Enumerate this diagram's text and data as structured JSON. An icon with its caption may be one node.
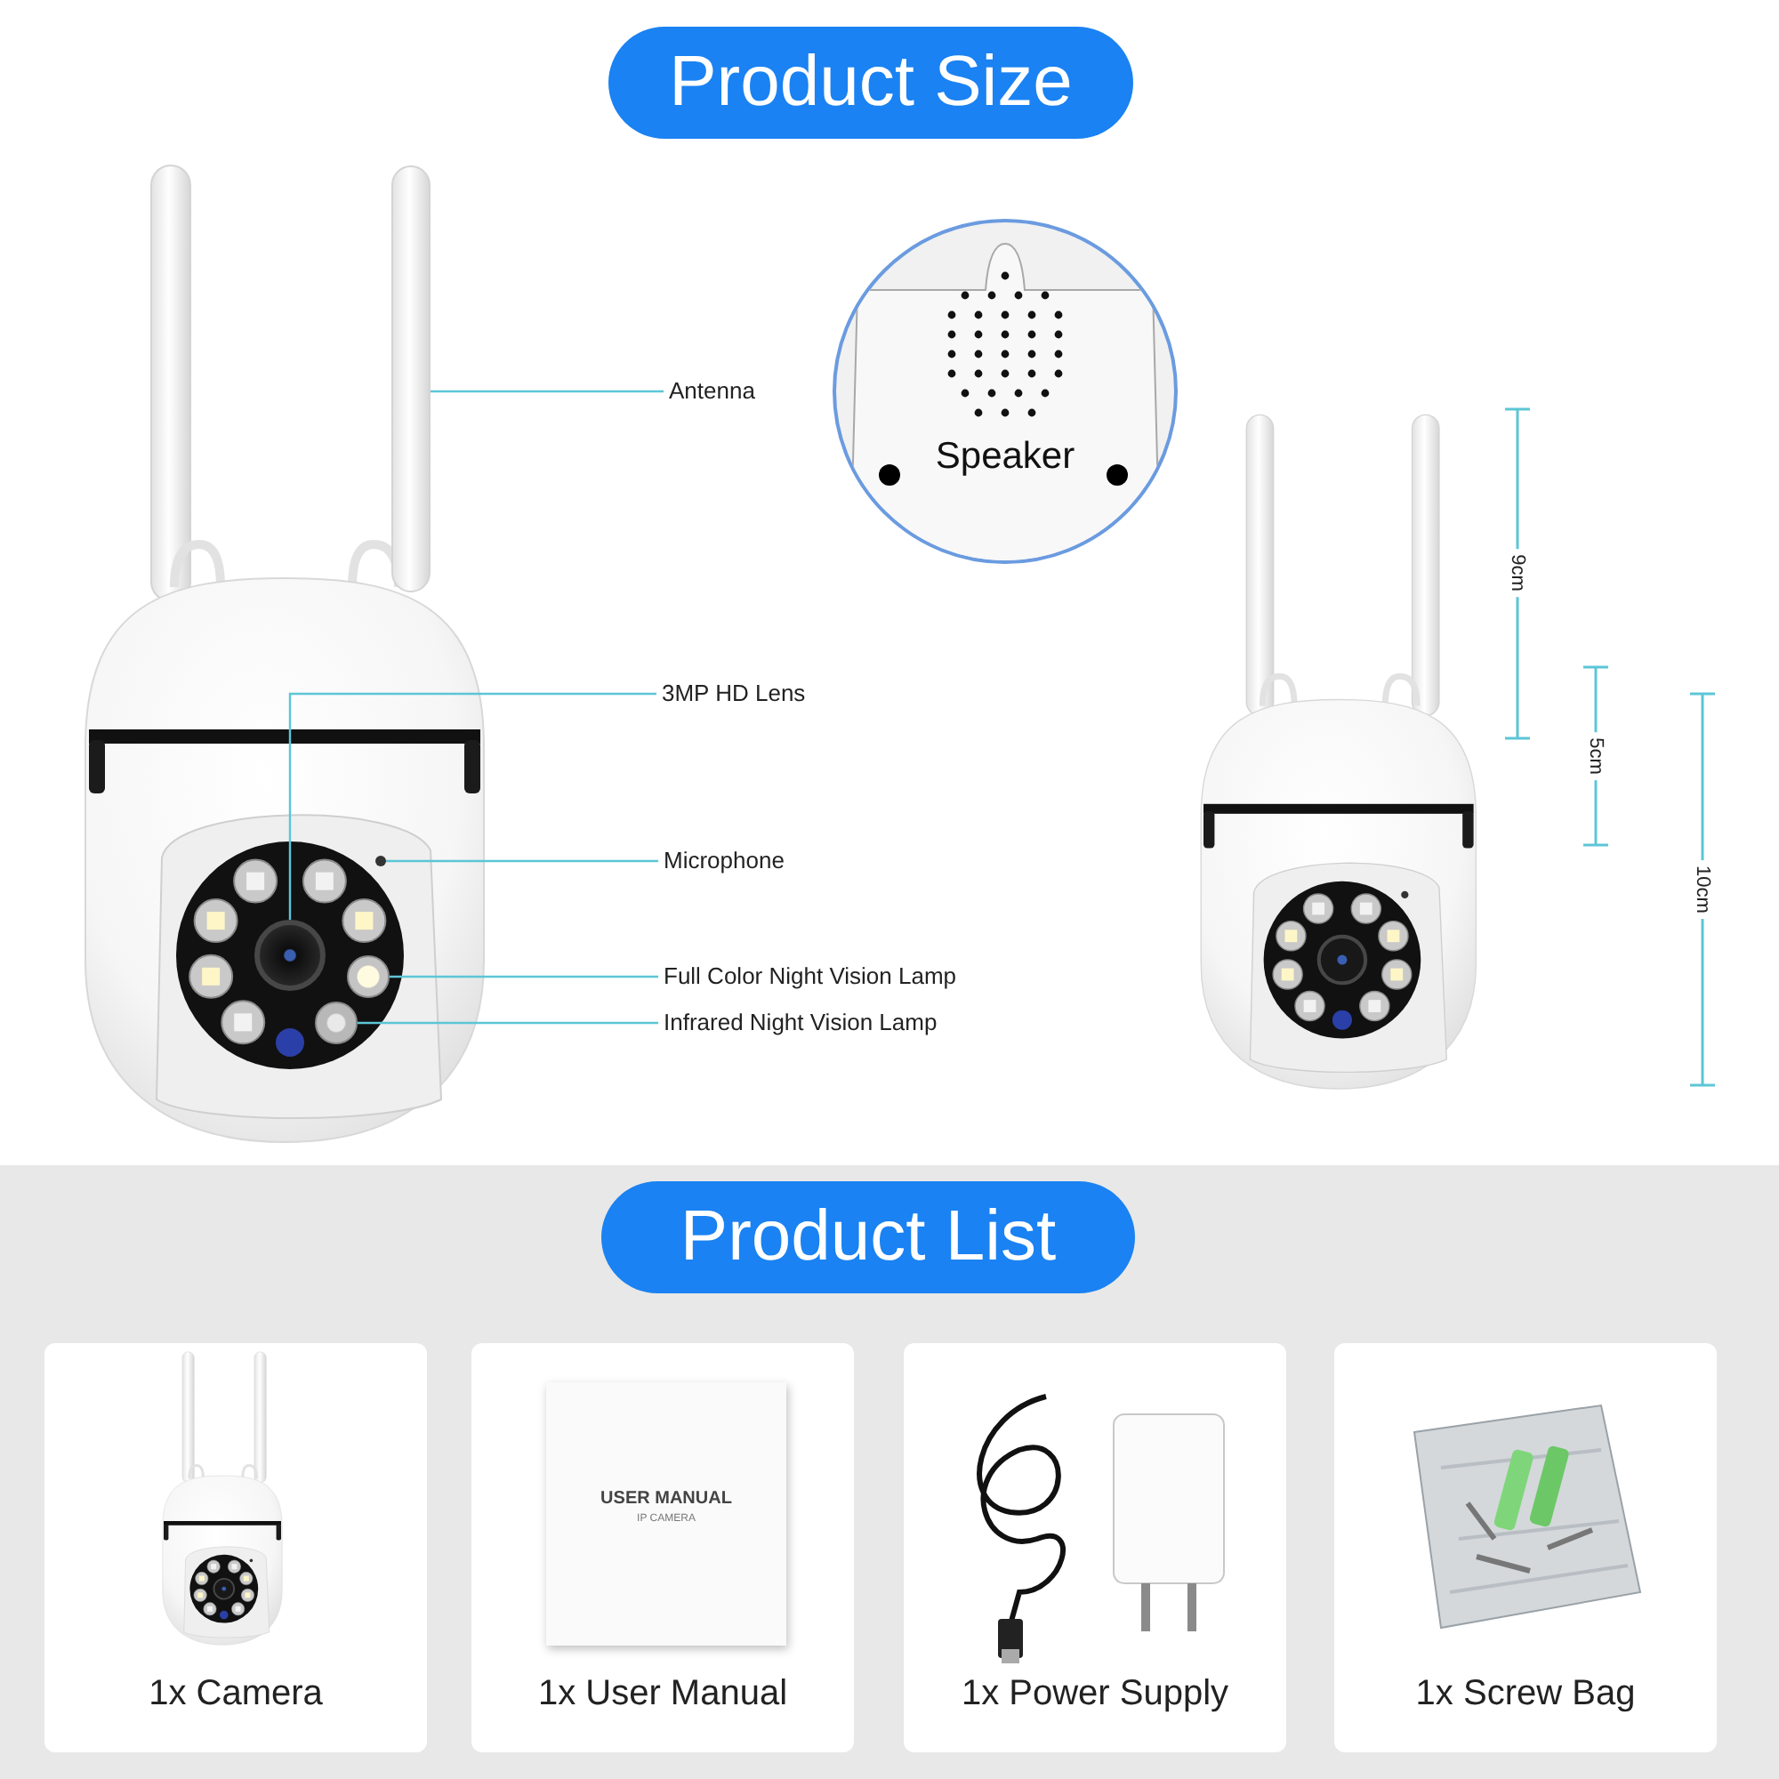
{
  "diagram": {
    "nodes": [
      {
        "text": [
          "Product Size"
        ]
      },
      {
        "text": [],
        "shape": "bar"
      },
      {
        "text": [
          "Antenna"
        ]
      },
      {
        "text": [],
        "shape": "circle"
      },
      {
        "text": [
          "3MP HD Lens"
        ]
      },
      {
        "text": [],
        "shape": "circle"
      },
      {
        "text": [
          "Microphone"
        ]
      },
      {
        "text": [],
        "shape": "circle"
      },
      {
        "text": [
          "Full Color Night Vision Lamp"
        ]
      },
      {
        "text": [],
        "shape": "circle"
      },
      {
        "text": [
          "Infrared Night Vision Lamp"
        ]
      },
      {
        "text": [
          "Speaker"
        ]
      },
      {
        "text": [
          "Product List"
        ]
      },
      {
        "text": [
          "1x Camera"
        ]
      },
      {
        "text": [
          "1x User Manual"
        ]
      },
      {
        "text": [
          "1x Power Supply"
        ]
      },
      {
        "text": [
          "1x Screw Bag"
        ]
      }
    ],
    "edges": [
      {
        "from": 2,
        "to": 1,
        "arrow": "none"
      },
      {
        "from": 4,
        "to": 3,
        "arrow": "none"
      },
      {
        "from": 6,
        "to": 5,
        "arrow": "none"
      },
      {
        "from": 8,
        "to": 7,
        "arrow": "none"
      },
      {
        "from": 10,
        "to": 9,
        "arrow": "none"
      }
    ],
    "labels": [
      "9cm",
      "5cm",
      "10cm",
      "USER MANUAL",
      "IP CAMERA"
    ]
  }
}
